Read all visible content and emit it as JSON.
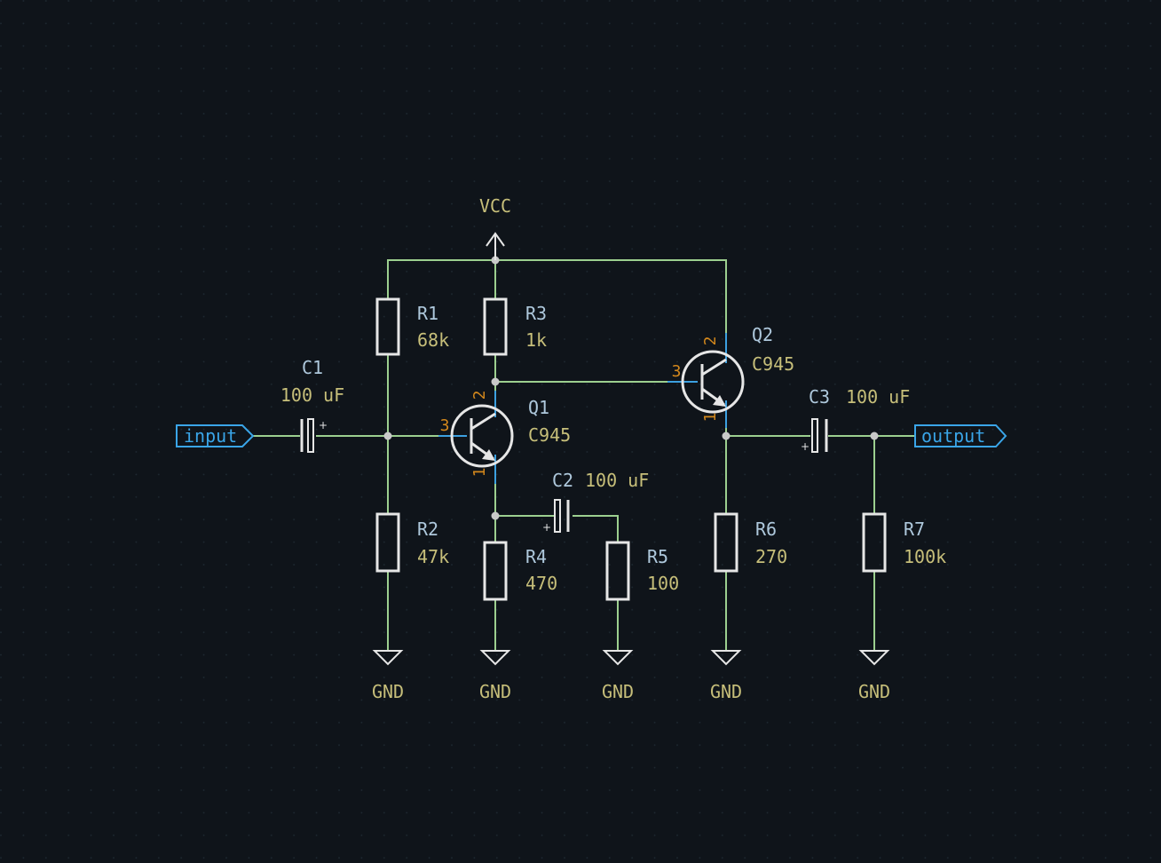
{
  "power": {
    "vcc": "VCC",
    "gnd": "GND"
  },
  "labels": {
    "input": "input",
    "output": "output"
  },
  "components": {
    "C1": {
      "ref": "C1",
      "value": "100 uF"
    },
    "C2": {
      "ref": "C2",
      "value": "100 uF"
    },
    "C3": {
      "ref": "C3",
      "value": "100 uF"
    },
    "R1": {
      "ref": "R1",
      "value": "68k"
    },
    "R2": {
      "ref": "R2",
      "value": "47k"
    },
    "R3": {
      "ref": "R3",
      "value": "1k"
    },
    "R4": {
      "ref": "R4",
      "value": "470"
    },
    "R5": {
      "ref": "R5",
      "value": "100"
    },
    "R6": {
      "ref": "R6",
      "value": "270"
    },
    "R7": {
      "ref": "R7",
      "value": "100k"
    },
    "Q1": {
      "ref": "Q1",
      "value": "C945"
    },
    "Q2": {
      "ref": "Q2",
      "value": "C945"
    }
  },
  "pins": {
    "collector": "2",
    "base": "3",
    "emitter": "1"
  },
  "capacitor_polarity": "+",
  "colors": {
    "background": "#0f141a",
    "wire": "#9ccf8f",
    "pin": "#3ca0e0",
    "symbol": "#e6e6e6",
    "reference": "#aec8dc",
    "value": "#c7bf7a",
    "pin_number": "#d2871c",
    "net_label": "#3aa5e8"
  }
}
